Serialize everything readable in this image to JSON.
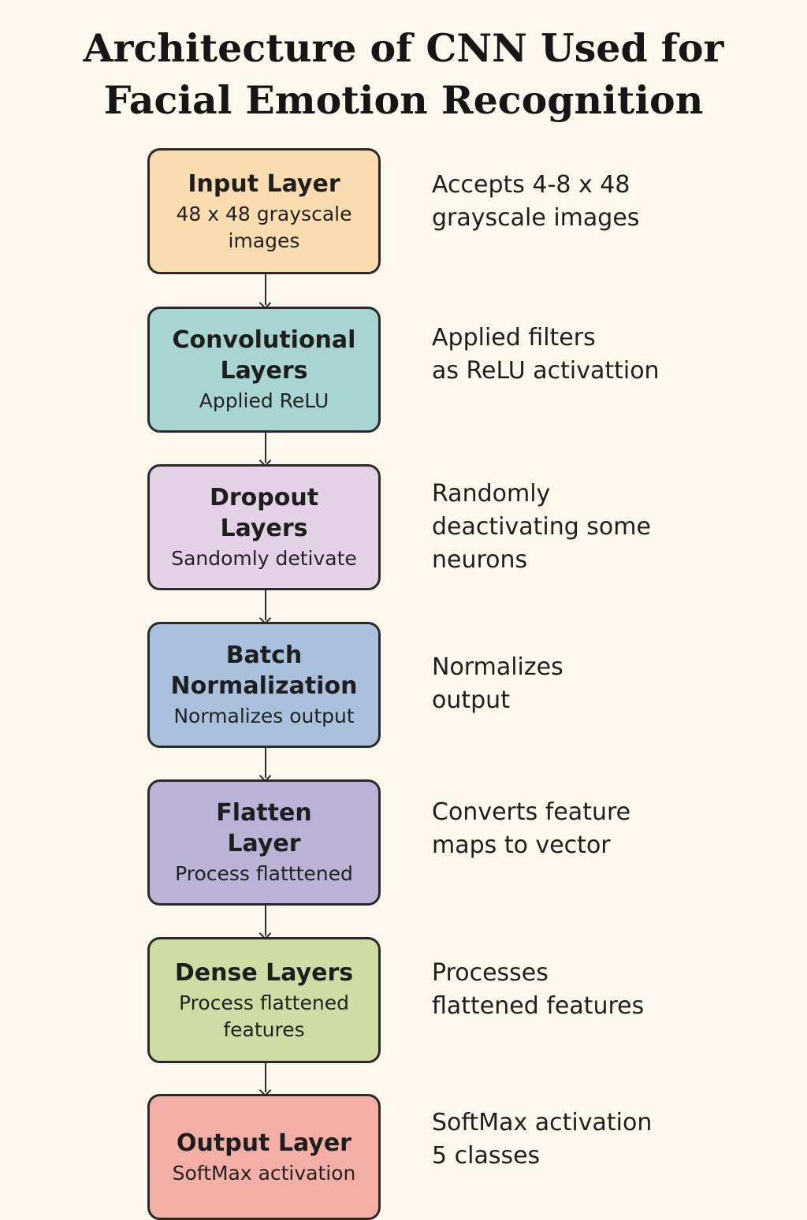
{
  "title": {
    "line1": "Architecture of CNN Used for",
    "line2": "Facial Emotion Recognition"
  },
  "layers": [
    {
      "name": [
        "Input Layer"
      ],
      "sub": [
        "48 x 48 grayscale",
        "images"
      ],
      "desc": [
        "Accepts 4-8 x 48",
        "grayscale images"
      ],
      "color": "#fbdcb0"
    },
    {
      "name": [
        "Convolutional",
        "Layers"
      ],
      "sub": [
        "Applied ReLU"
      ],
      "desc": [
        "Applied filters",
        "as ReLU activattion"
      ],
      "color": "#a8d4d2"
    },
    {
      "name": [
        "Dropout",
        "Layers"
      ],
      "sub": [
        "Sandomly detivate"
      ],
      "desc": [
        "Randomly",
        "deactivating some",
        "neurons"
      ],
      "color": "#e3d2e6"
    },
    {
      "name": [
        "Batch",
        "Normalization"
      ],
      "sub": [
        "Normalizes output"
      ],
      "desc": [
        "Normalizes",
        "output"
      ],
      "color": "#a9c1dc"
    },
    {
      "name": [
        "Flatten",
        "Layer"
      ],
      "sub": [
        "Process flatttened"
      ],
      "desc": [
        "Converts feature",
        "maps to vector"
      ],
      "color": "#bbb2d7"
    },
    {
      "name": [
        "Dense Layers"
      ],
      "sub": [
        "Process flattened",
        "features"
      ],
      "desc": [
        "Processes",
        "flattened features"
      ],
      "color": "#cfdda5"
    },
    {
      "name": [
        "Output Layer"
      ],
      "sub": [
        "SoftMax activation"
      ],
      "desc": [
        "SoftMax activation",
        "5 classes"
      ],
      "color": "#f3aea6"
    }
  ]
}
